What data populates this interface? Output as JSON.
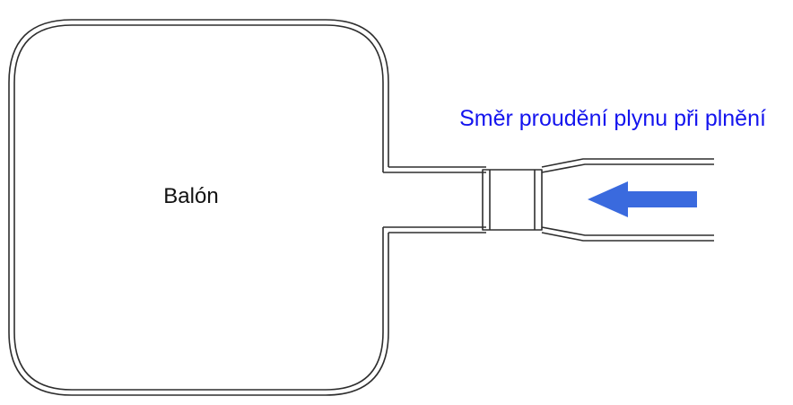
{
  "diagram": {
    "title": "Balloon filling diagram",
    "labels": {
      "balloon": "Balón",
      "flow_direction": "Směr proudění plynu při plnění"
    },
    "colors": {
      "outline": "#2e2e2e",
      "accent_blue": "#1414ee",
      "arrow_fill": "#3a6ade",
      "background": "#ffffff"
    },
    "icons": {
      "arrow": "left-arrow-icon",
      "arrow_meaning": "gas flow direction toward balloon during filling"
    }
  }
}
